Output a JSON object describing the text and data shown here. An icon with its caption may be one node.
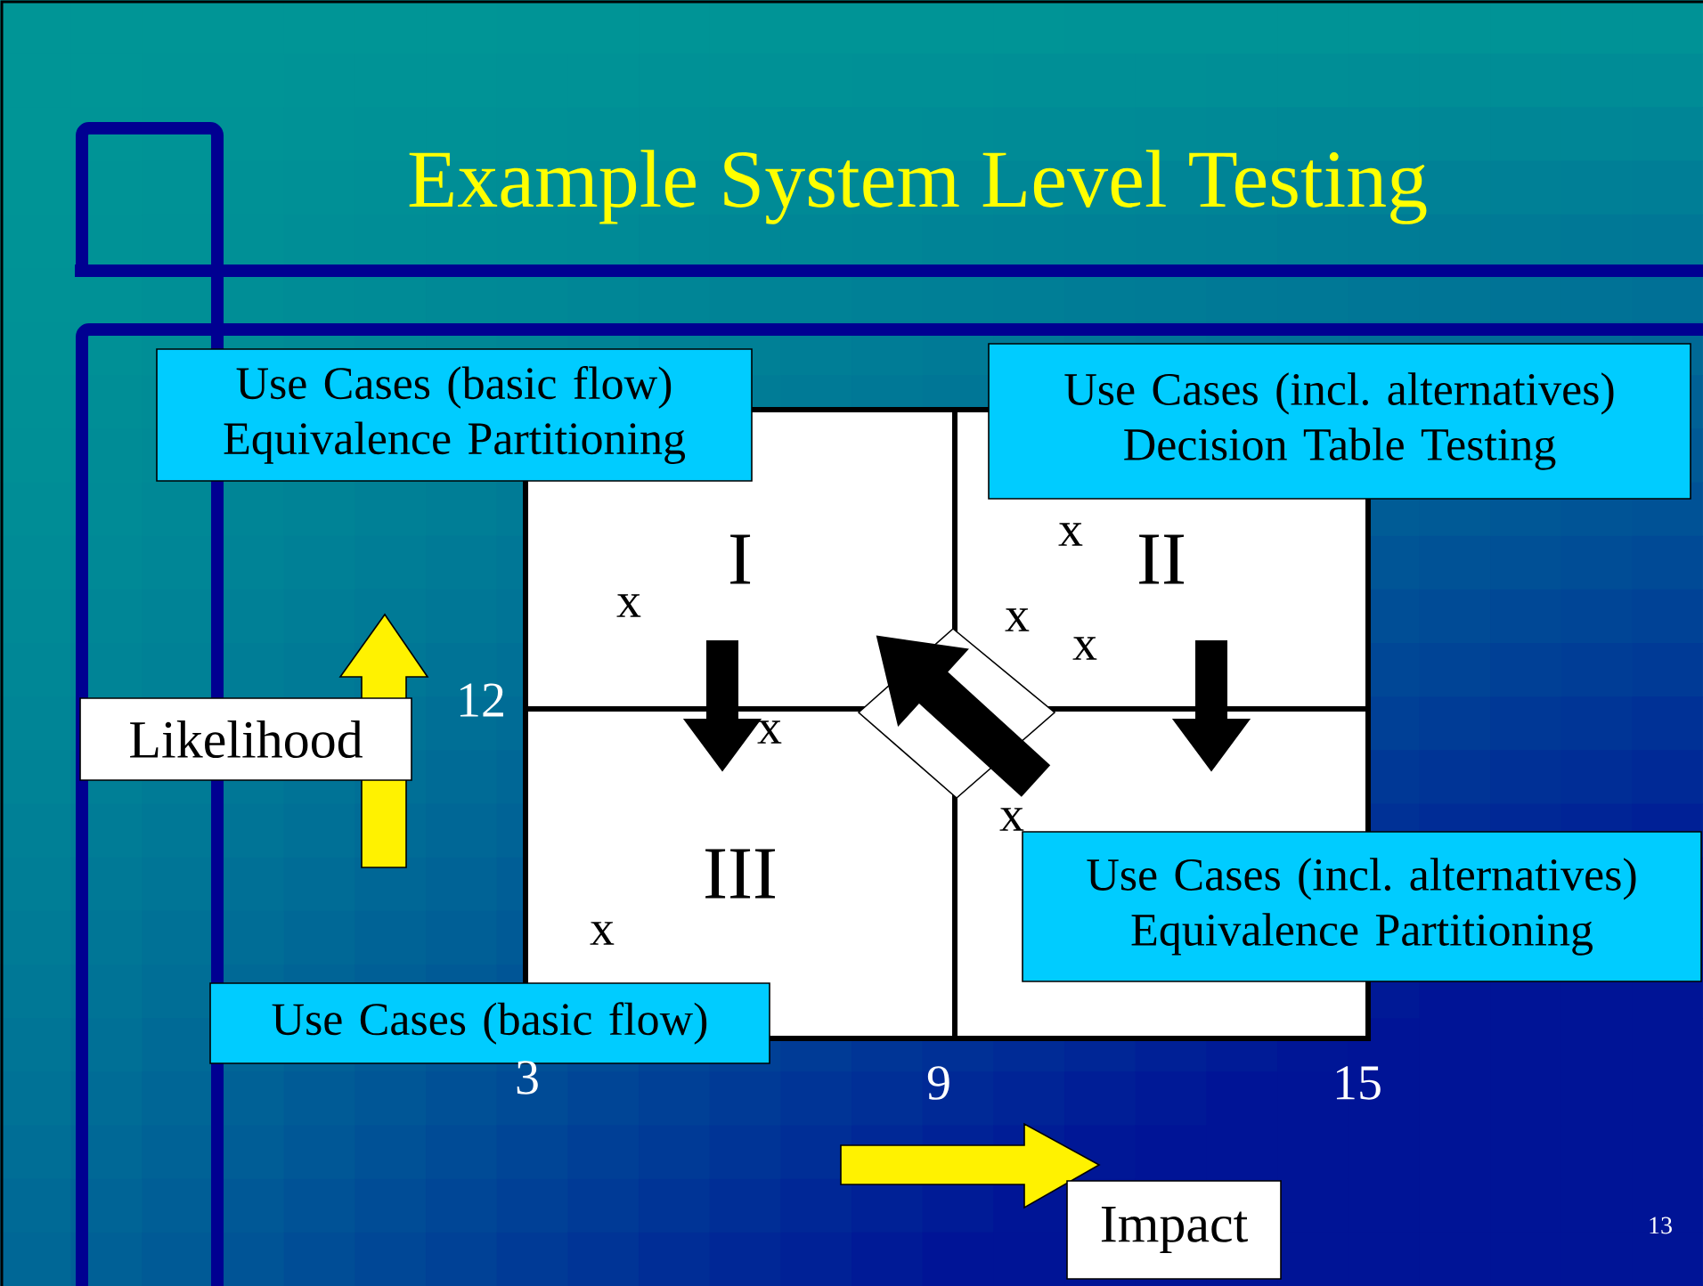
{
  "diagram": {
    "title": "Example System Level Testing",
    "nodes": [
      {
        "text": [
          "I"
        ]
      },
      {
        "text": [
          "II"
        ]
      },
      {
        "text": [
          "III"
        ]
      },
      {
        "text": [],
        "shape": "box"
      },
      {
        "text": [
          "Use Cases (basic flow) Equivalence Partitioning"
        ]
      },
      {
        "text": [
          "Use Cases (incl. alternatives) Decision Table Testing"
        ]
      },
      {
        "text": [
          "Use Cases (incl. alternatives) Equivalence Partitioning"
        ]
      },
      {
        "text": [
          "Use Cases (basic flow)"
        ]
      },
      {
        "text": [
          "Likelihood"
        ]
      },
      {
        "text": [
          "Impact"
        ]
      }
    ],
    "edges": [
      {
        "from": 0,
        "to": 2,
        "arrow": "to"
      },
      {
        "from": 1,
        "to": 3,
        "arrow": "to"
      },
      {
        "from": 3,
        "to": 0,
        "arrow": "to"
      }
    ],
    "labels": [
      "x",
      "x",
      "x",
      "x",
      "12",
      "x",
      "x",
      "x",
      "3",
      "9",
      "15",
      "13"
    ]
  }
}
